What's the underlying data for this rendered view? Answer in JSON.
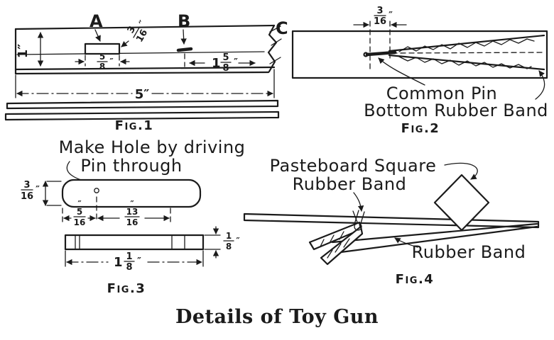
{
  "title": "Details of Toy Gun",
  "figures": {
    "fig1": {
      "caption": "Fig.1",
      "label_a": "A",
      "label_b": "B",
      "label_c": "C",
      "dim_thickness": "1″",
      "dim_length": "5″",
      "dim_notch": {
        "num": "3",
        "den": "16",
        "unit": "″"
      },
      "dim_block": {
        "num": "5",
        "den": "8",
        "unit": "″"
      },
      "dim_muzzle": {
        "whole": "1",
        "num": "5",
        "den": "8",
        "unit": "″"
      }
    },
    "fig2": {
      "caption": "Fig.2",
      "dim_notch": {
        "num": "3",
        "den": "16",
        "unit": "″"
      },
      "label_pin": "Common Pin",
      "label_band": "Bottom Rubber Band"
    },
    "fig3": {
      "caption": "Fig.3",
      "note1": "Make Hole by driving",
      "note2": "Pin through",
      "dim_thickness": {
        "num": "3",
        "den": "16",
        "unit": "″"
      },
      "dim_hole_offset": {
        "num": "5",
        "den": "16",
        "unit": "″"
      },
      "dim_hole_span": {
        "num": "13",
        "den": "16",
        "unit": "″"
      },
      "dim_height": {
        "num": "1",
        "den": "8",
        "unit": "″"
      },
      "dim_width": {
        "whole": "1",
        "num": "1",
        "den": "8",
        "unit": "″"
      }
    },
    "fig4": {
      "caption": "Fig.4",
      "label_square": "Pasteboard Square",
      "label_band1": "Rubber Band",
      "label_band2": "Rubber Band"
    }
  }
}
